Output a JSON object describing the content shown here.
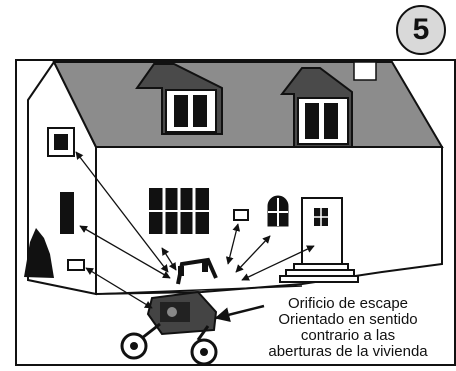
{
  "step": {
    "number": "5"
  },
  "callout": {
    "lines": [
      "Orificio de escape",
      "Orientado en sentido",
      "contrario a las",
      "aberturas de la vivienda"
    ]
  },
  "icons": [
    "house-illustration",
    "pressure-washer-icon",
    "exhaust-arrow-icon"
  ],
  "colors": {
    "roof": "#8c8c8c",
    "ink": "#111111",
    "badge": "#d9d9d9"
  }
}
